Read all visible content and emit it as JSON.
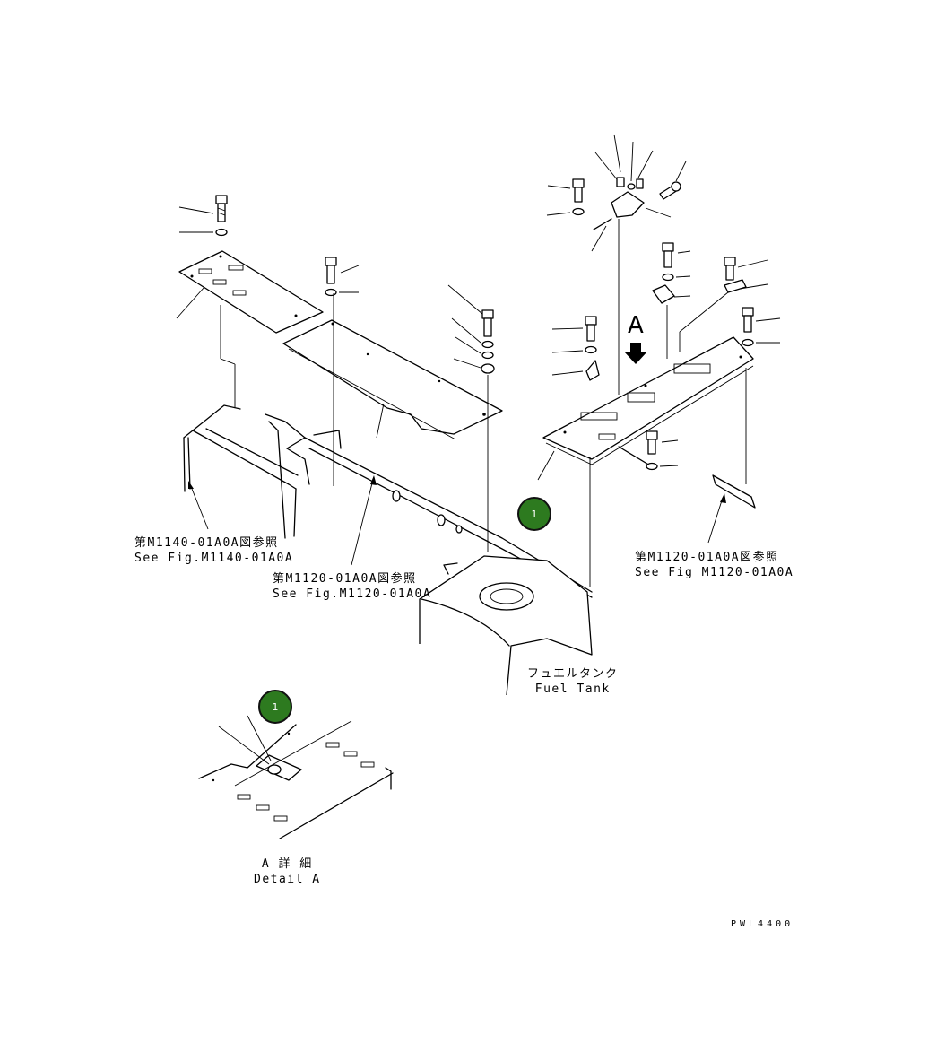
{
  "diagram": {
    "callout_number": "1",
    "view_marker": "A",
    "labels": {
      "ref_m1140_jp": "第M1140-01A0A図参照",
      "ref_m1140_en": "See Fig.M1140-01A0A",
      "ref_m1120_center_jp": "第M1120-01A0A図参照",
      "ref_m1120_center_en": "See Fig.M1120-01A0A",
      "ref_m1120_right_jp": "第M1120-01A0A図参照",
      "ref_m1120_right_en": "See Fig M1120-01A0A",
      "fuel_tank_jp": "フュエルタンク",
      "fuel_tank_en": "Fuel Tank",
      "detail_jp": "A 詳 細",
      "detail_en": "Detail A",
      "drawing_code": "PWL4400"
    }
  }
}
